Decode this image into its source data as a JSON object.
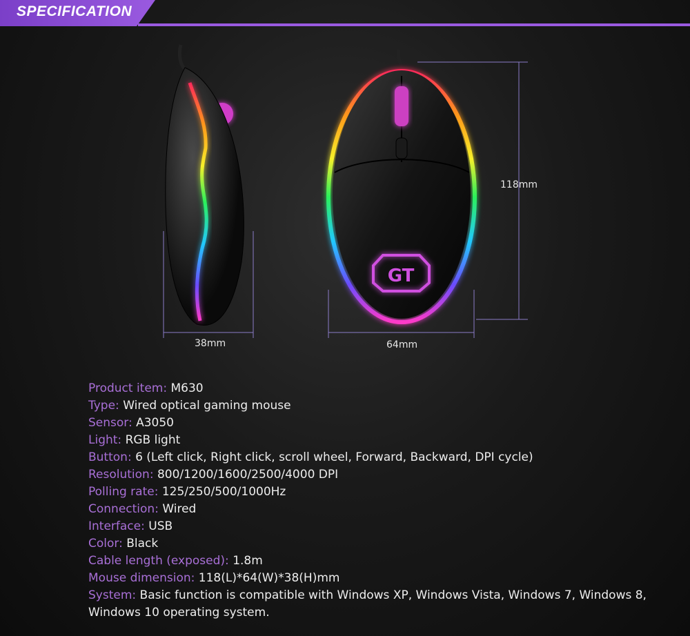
{
  "header": {
    "title": "SPECIFICATION"
  },
  "dimensions": {
    "length": "118mm",
    "height": "38mm",
    "width": "64mm"
  },
  "logo": {
    "text": "GT"
  },
  "specs": [
    {
      "label": "Product item:",
      "value": "M630"
    },
    {
      "label": "Type:",
      "value": "Wired optical gaming mouse"
    },
    {
      "label": "Sensor:",
      "value": "A3050"
    },
    {
      "label": "Light:",
      "value": "RGB light"
    },
    {
      "label": "Button:",
      "value": "6  (Left click, Right click, scroll wheel, Forward, Backward, DPI cycle)"
    },
    {
      "label": "Resolution:",
      "value": " 800/1200/1600/2500/4000 DPI"
    },
    {
      "label": "Polling rate:",
      "value": "125/250/500/1000Hz"
    },
    {
      "label": "Connection:",
      "value": "Wired"
    },
    {
      "label": "Interface:",
      "value": "USB"
    },
    {
      "label": "Color:",
      "value": "Black"
    },
    {
      "label": "Cable length (exposed):",
      "value": "1.8m"
    },
    {
      "label": "Mouse dimension:",
      "value": "118(L)*64(W)*38(H)mm"
    },
    {
      "label": "System:",
      "value": " Basic function is compatible with Windows XP, Windows Vista, Windows 7, Windows 8, Windows 10 operating system."
    }
  ],
  "colors": {
    "accent": "#9a5ae0",
    "label": "#a86fd6",
    "text": "#ededed"
  }
}
